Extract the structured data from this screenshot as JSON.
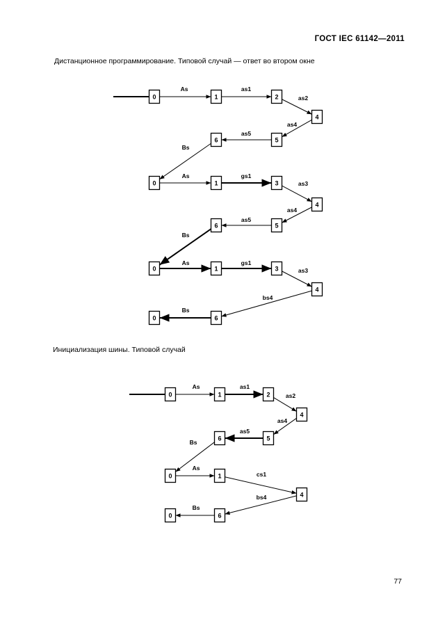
{
  "header": "ГОСТ IEC 61142—2011",
  "caption1": "Дистанционное программирование. Типовой случай — ответ во втором окне",
  "caption2": "Инициализация шины. Типовой случай",
  "page_number": "77",
  "diagram1": {
    "boxes": [
      "0",
      "1",
      "2",
      "4",
      "5",
      "6",
      "0",
      "1",
      "3",
      "4",
      "5",
      "6",
      "0",
      "1",
      "3",
      "4",
      "0",
      "6"
    ],
    "labels": [
      "As",
      "as1",
      "as2",
      "as4",
      "as5",
      "Bs",
      "As",
      "gs1",
      "as3",
      "as4",
      "as5",
      "Bs",
      "As",
      "gs1",
      "as3",
      "bs4",
      "Bs"
    ]
  },
  "diagram2": {
    "boxes": [
      "0",
      "1",
      "2",
      "4",
      "5",
      "6",
      "0",
      "1",
      "4",
      "0",
      "6"
    ],
    "labels": [
      "As",
      "as1",
      "as2",
      "as4",
      "as5",
      "Bs",
      "As",
      "cs1",
      "bs4",
      "Bs"
    ]
  }
}
